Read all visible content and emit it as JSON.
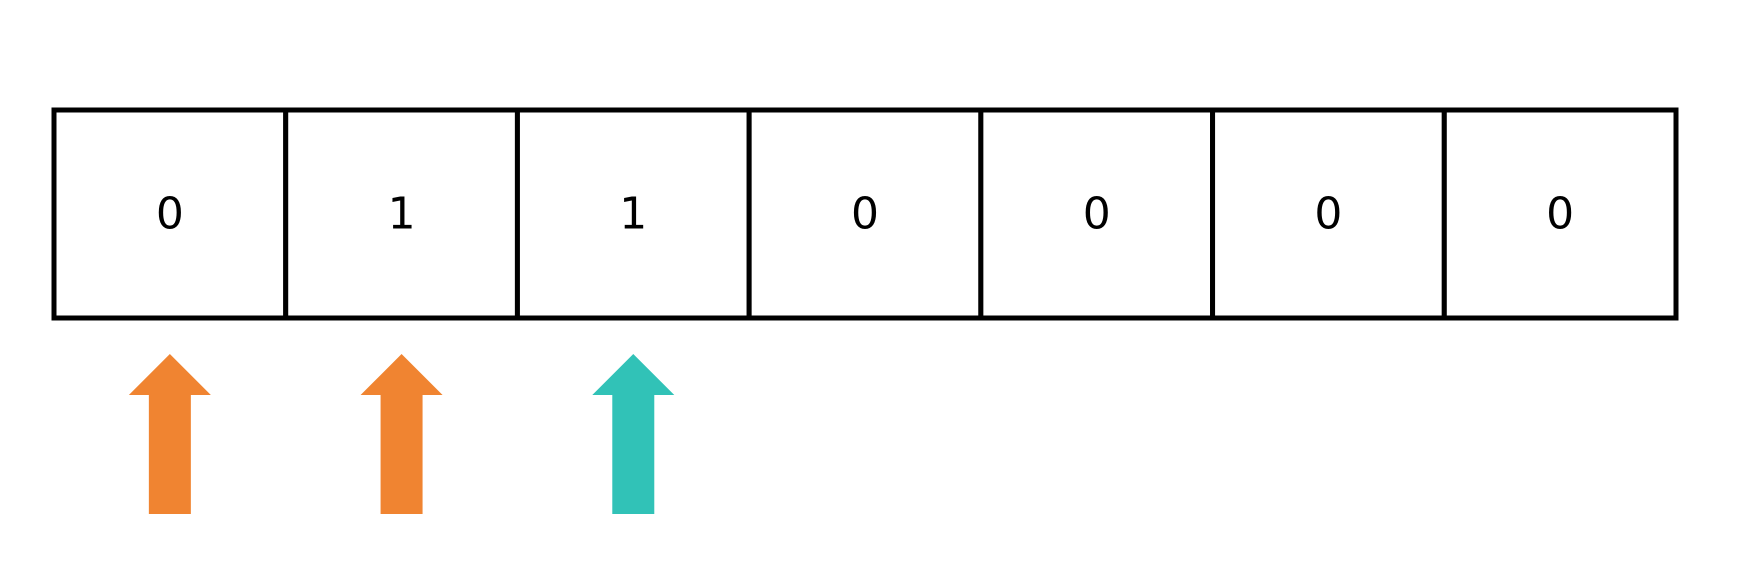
{
  "array": {
    "cells": [
      "0",
      "1",
      "1",
      "0",
      "0",
      "0",
      "0"
    ]
  },
  "arrows": [
    {
      "cell_index": 0,
      "color": "#f08431"
    },
    {
      "cell_index": 1,
      "color": "#f08431"
    },
    {
      "cell_index": 2,
      "color": "#31c2b7"
    }
  ],
  "colors": {
    "border": "#000000",
    "background": "#ffffff"
  }
}
